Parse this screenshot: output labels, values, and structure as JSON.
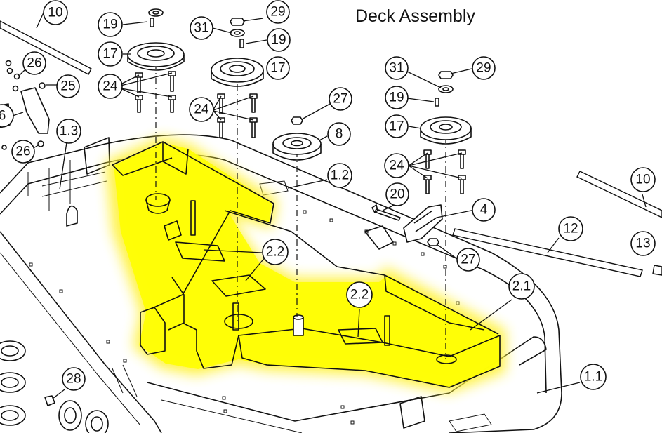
{
  "title": "Deck Assembly",
  "colors": {
    "highlight": "#ffff00",
    "highlight_glow": "#fff23a",
    "line": "#111111",
    "paper": "#ffffff"
  },
  "callouts": [
    "10",
    "19",
    "17",
    "26",
    "25",
    "24",
    "6",
    "26",
    "1.3",
    "31",
    "29",
    "19",
    "17",
    "24",
    "27",
    "8",
    "1.2",
    "31",
    "29",
    "19",
    "17",
    "24",
    "20",
    "4",
    "10",
    "12",
    "13",
    "27",
    "2.2",
    "2.2",
    "2.1",
    "28",
    "1.1"
  ]
}
